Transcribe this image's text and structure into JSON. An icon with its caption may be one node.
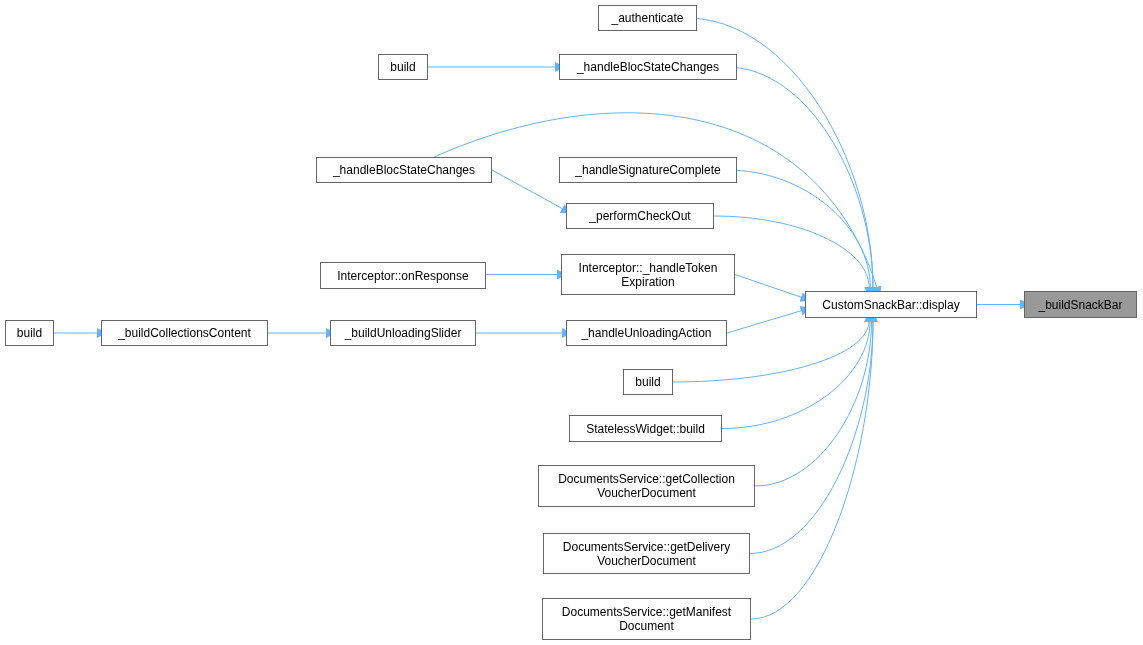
{
  "diagram": {
    "nodes": [
      {
        "text": [
          "_buildSnackBar"
        ]
      },
      {
        "text": [
          "CustomSnackBar::display"
        ]
      },
      {
        "text": [
          "_authenticate"
        ]
      },
      {
        "text": [
          "build"
        ]
      },
      {
        "text": [
          "_handleBlocStateChanges"
        ]
      },
      {
        "text": [
          "_handleBlocStateChanges"
        ]
      },
      {
        "text": [
          "_handleSignatureComplete"
        ]
      },
      {
        "text": [
          "_performCheckOut"
        ]
      },
      {
        "text": [
          "Interceptor::onResponse"
        ]
      },
      {
        "text": [
          "Interceptor::_handleToken Expiration"
        ]
      },
      {
        "text": [
          "build"
        ]
      },
      {
        "text": [
          "_buildCollectionsContent"
        ]
      },
      {
        "text": [
          "_buildUnloadingSlider"
        ]
      },
      {
        "text": [
          "_handleUnloadingAction"
        ]
      },
      {
        "text": [
          "build"
        ]
      },
      {
        "text": [
          "StatelessWidget::build"
        ]
      },
      {
        "text": [
          "DocumentsService::getCollection VoucherDocument"
        ]
      },
      {
        "text": [
          "DocumentsService::getDelivery VoucherDocument"
        ]
      },
      {
        "text": [
          "DocumentsService::getManifest Document"
        ]
      }
    ],
    "edges": [
      {
        "from": 1,
        "to": 0,
        "arrow": "to"
      },
      {
        "from": 2,
        "to": 1,
        "arrow": "to"
      },
      {
        "from": 3,
        "to": 4,
        "arrow": "to"
      },
      {
        "from": 4,
        "to": 1,
        "arrow": "to"
      },
      {
        "from": 5,
        "to": 1,
        "arrow": "to"
      },
      {
        "from": 6,
        "to": 1,
        "arrow": "to"
      },
      {
        "from": 5,
        "to": 7,
        "arrow": "to"
      },
      {
        "from": 7,
        "to": 1,
        "arrow": "to"
      },
      {
        "from": 8,
        "to": 9,
        "arrow": "to"
      },
      {
        "from": 9,
        "to": 1,
        "arrow": "to"
      },
      {
        "from": 10,
        "to": 11,
        "arrow": "to"
      },
      {
        "from": 11,
        "to": 12,
        "arrow": "to"
      },
      {
        "from": 12,
        "to": 13,
        "arrow": "to"
      },
      {
        "from": 13,
        "to": 1,
        "arrow": "to"
      },
      {
        "from": 14,
        "to": 1,
        "arrow": "to"
      },
      {
        "from": 15,
        "to": 1,
        "arrow": "to"
      },
      {
        "from": 16,
        "to": 1,
        "arrow": "to"
      },
      {
        "from": 17,
        "to": 1,
        "arrow": "to"
      },
      {
        "from": 18,
        "to": 1,
        "arrow": "to"
      }
    ]
  }
}
